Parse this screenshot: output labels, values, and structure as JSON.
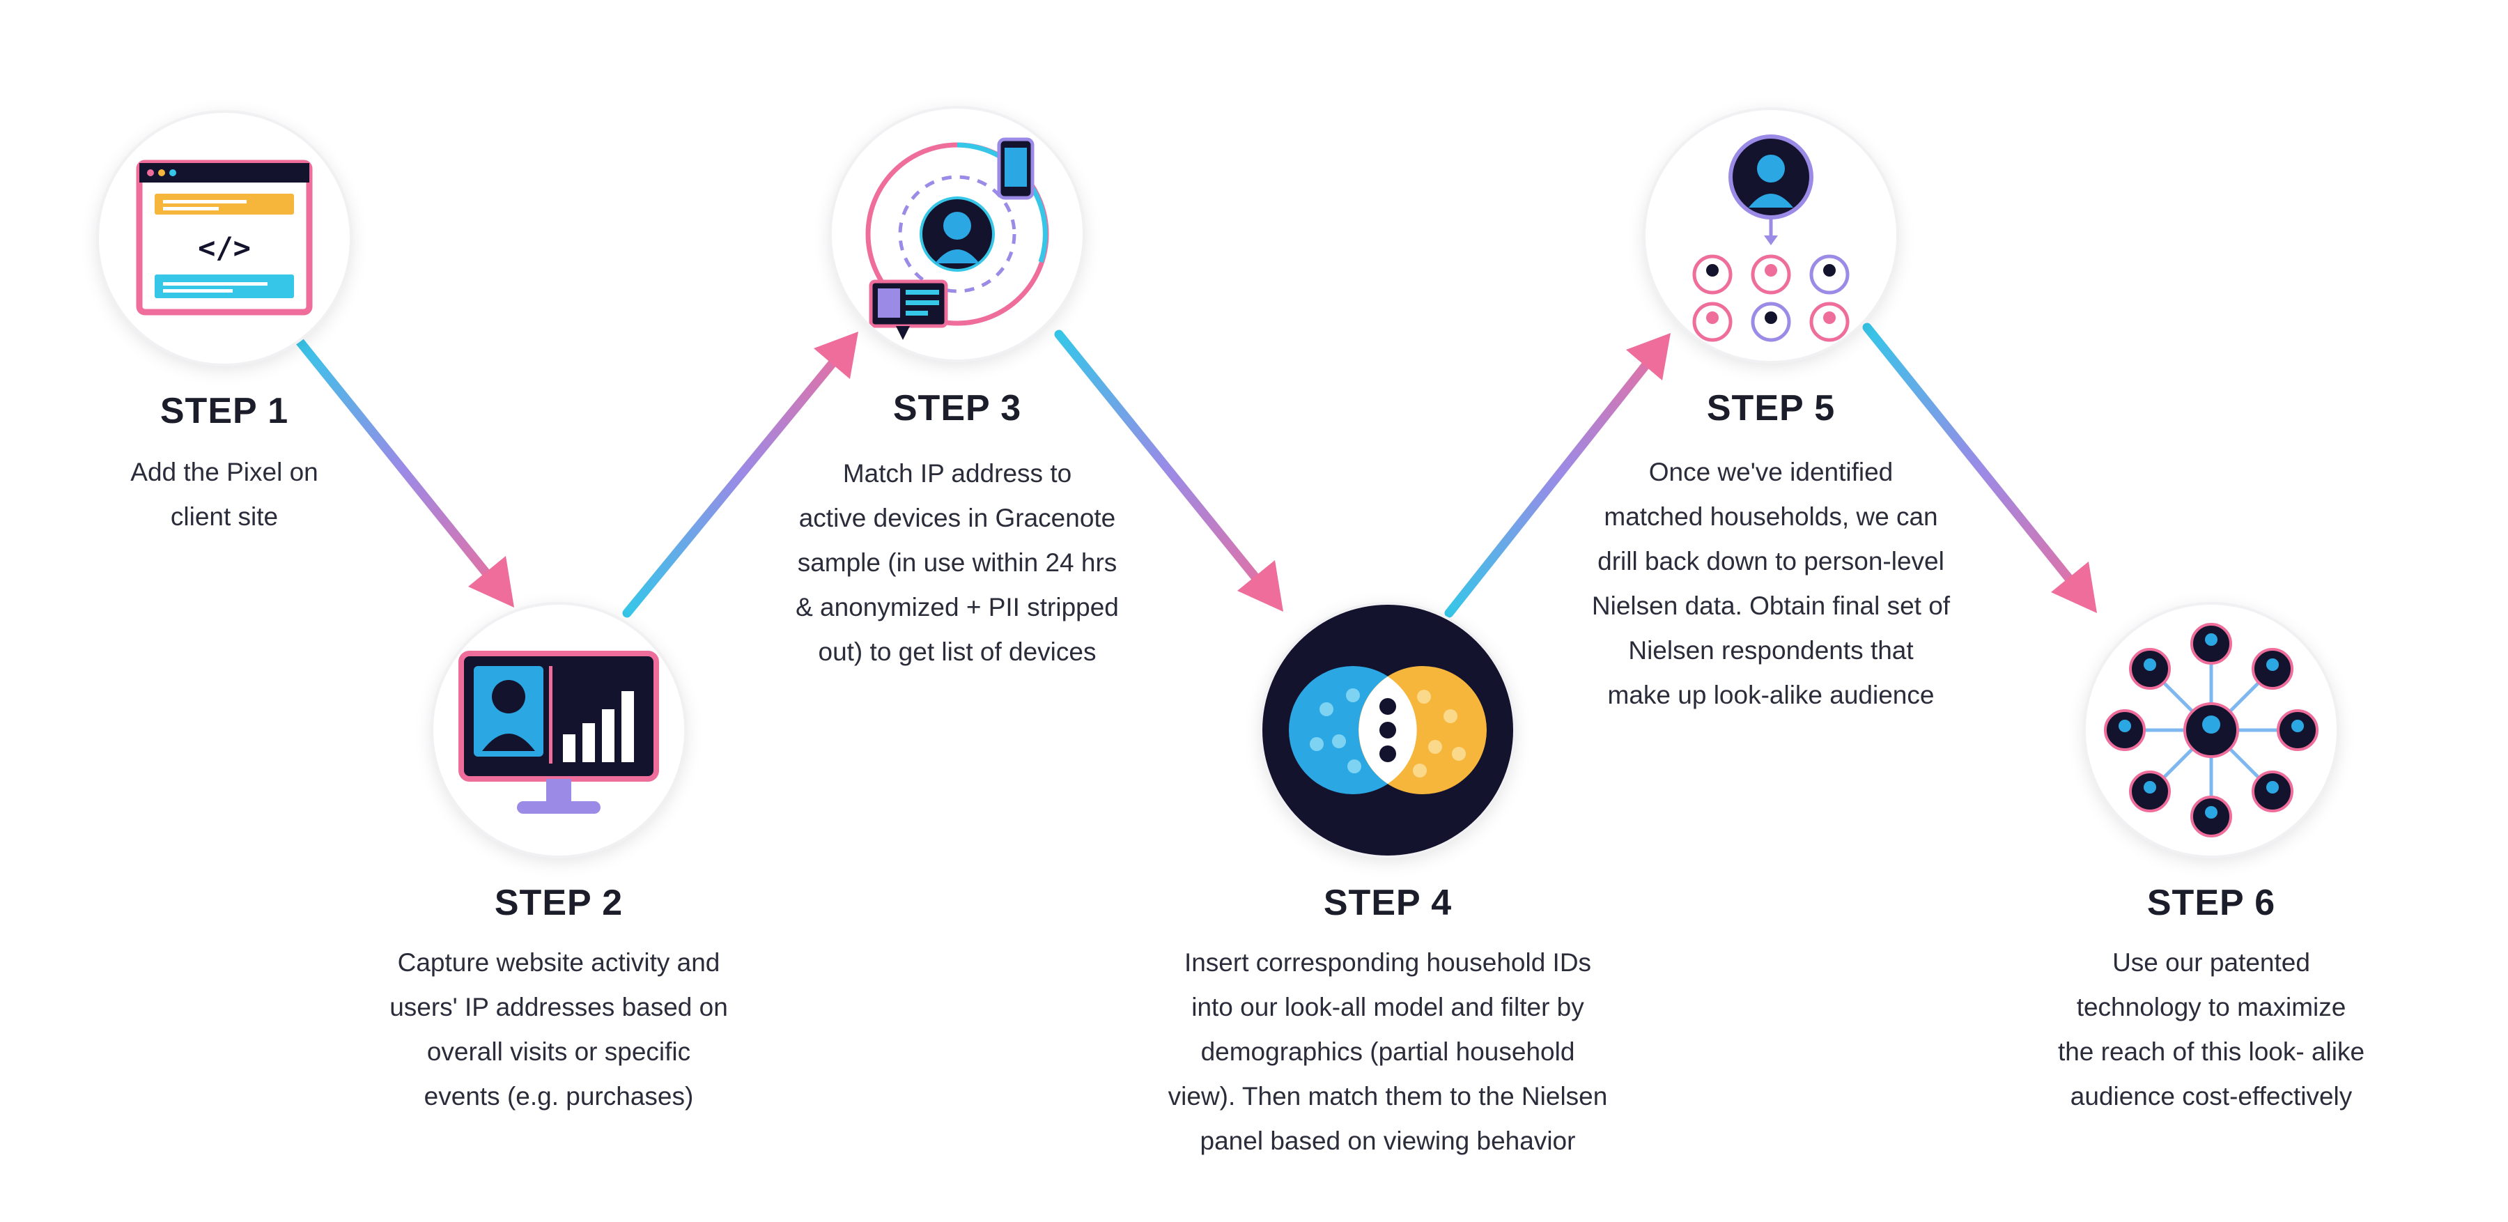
{
  "colors": {
    "pink": "#ee6d9a",
    "cyan": "#36c6e8",
    "purple": "#9b8ae6",
    "navy": "#14132e",
    "yellow": "#f5b63b",
    "blue": "#2ba8e3"
  },
  "steps": [
    {
      "title": "STEP 1",
      "desc": "Add the Pixel on\nclient site",
      "icon": "website-code-icon",
      "code": "</>"
    },
    {
      "title": "STEP 2",
      "desc": "Capture website activity and\nusers' IP addresses based on\noverall visits or specific\nevents (e.g. purchases)",
      "icon": "monitor-analytics-icon"
    },
    {
      "title": "STEP 3",
      "desc": "Match IP address to\nactive devices in Gracenote\nsample (in use within 24 hrs\n& anonymized + PII stripped\nout) to get list of devices",
      "icon": "device-orbit-icon"
    },
    {
      "title": "STEP 4",
      "desc": "Insert corresponding household IDs\ninto our look-all model and filter by\ndemographics (partial household\nview). Then match them to the Nielsen\npanel based on viewing behavior",
      "icon": "venn-households-icon"
    },
    {
      "title": "STEP 5",
      "desc": "Once we've identified\nmatched households, we can\ndrill back down to person-level\nNielsen data. Obtain final set of\nNielsen respondents that\nmake up look-alike audience",
      "icon": "person-hierarchy-icon"
    },
    {
      "title": "STEP 6",
      "desc": "Use our patented\ntechnology to maximize\nthe reach of this look- alike\naudience cost-effectively",
      "icon": "audience-network-icon"
    }
  ]
}
